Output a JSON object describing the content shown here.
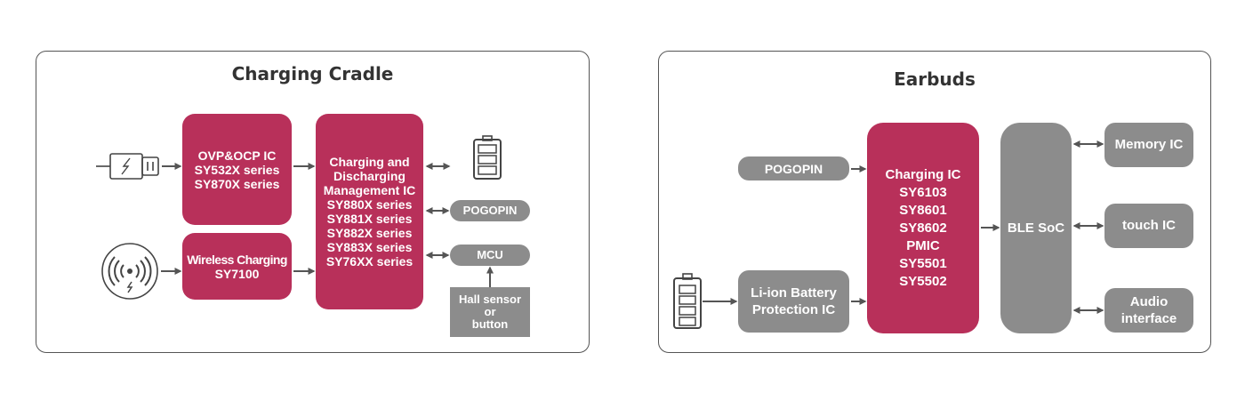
{
  "cradle": {
    "title": "Charging Cradle",
    "ovp": {
      "lines": [
        "OVP&OCP IC",
        "SY532X series",
        "SY870X series"
      ]
    },
    "wireless": {
      "lines": [
        "Wireless Charging",
        "SY7100"
      ]
    },
    "mgmt": {
      "lines": [
        "Charging and",
        "Discharging",
        "Management IC",
        "SY880X series",
        "SY881X series",
        "SY882X series",
        "SY883X series",
        "SY76XX series"
      ]
    },
    "pogopin": "POGOPIN",
    "mcu": "MCU",
    "hall": {
      "lines": [
        "Hall sensor",
        "or",
        "button"
      ]
    },
    "icons": [
      "usb-plug-icon",
      "wireless-charger-icon",
      "battery-icon"
    ]
  },
  "earbuds": {
    "title": "Earbuds",
    "pogopin": "POGOPIN",
    "protection": {
      "lines": [
        "Li-ion Battery",
        "Protection IC"
      ]
    },
    "charging": {
      "lines": [
        "Charging IC",
        "SY6103",
        "SY8601",
        "SY8602",
        "PMIC",
        "SY5501",
        "SY5502"
      ]
    },
    "ble": "BLE SoC",
    "memory": "Memory IC",
    "touch": "touch IC",
    "audio": {
      "lines": [
        "Audio",
        "interface"
      ]
    },
    "icons": [
      "battery-icon"
    ]
  },
  "colors": {
    "accent": "#b8305a",
    "gray_block": "#8c8c8c",
    "line": "#555555"
  }
}
